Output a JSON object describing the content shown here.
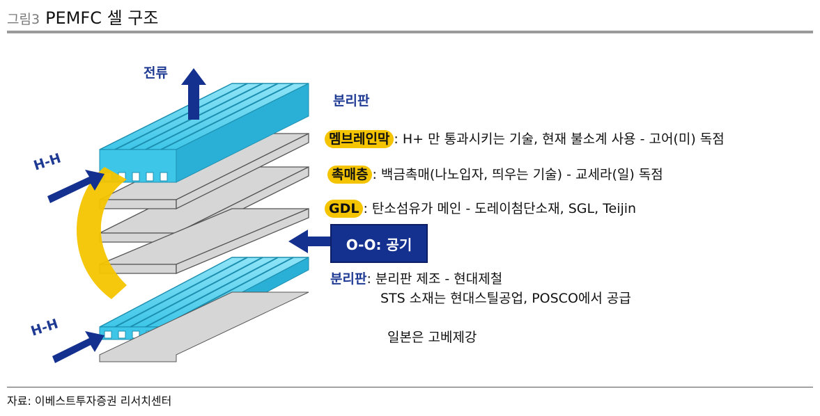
{
  "header": {
    "figure_label": "그림3",
    "title": "PEMFC 셀 구조"
  },
  "diagram": {
    "current_label": "전류",
    "hh_label_top": "H-H",
    "hh_label_bottom": "H-H",
    "separator_label": "분리판",
    "membrane": {
      "term": "멤브레인막",
      "desc": ": H+ 만 통과시키는 기술, 현재 불소계 사용 - 고어(미) 독점"
    },
    "catalyst": {
      "term": "촉매층",
      "desc": ": 백금촉매(나노입자, 띄우는 기술) - 교세라(일) 독점"
    },
    "gdl": {
      "term": "GDL",
      "desc": ": 탄소섬유가 메인 - 도레이첨단소재, SGL, Teijin"
    },
    "air_box": "O-O: 공기",
    "separator2": {
      "term": "분리판",
      "line1": ": 분리판 제조 - 현대제철",
      "line2": "STS 소재는 현대스틸공업, POSCO에서 공급",
      "line3": "일본은 고베제강"
    },
    "colors": {
      "plate_cyan": "#3ec6e8",
      "highlight": "#f4c400",
      "arrow_blue": "#15318f",
      "layer_gray": "#d6d6d6"
    }
  },
  "footer": {
    "source": "자료: 이베스트투자증권 리서치센터"
  }
}
